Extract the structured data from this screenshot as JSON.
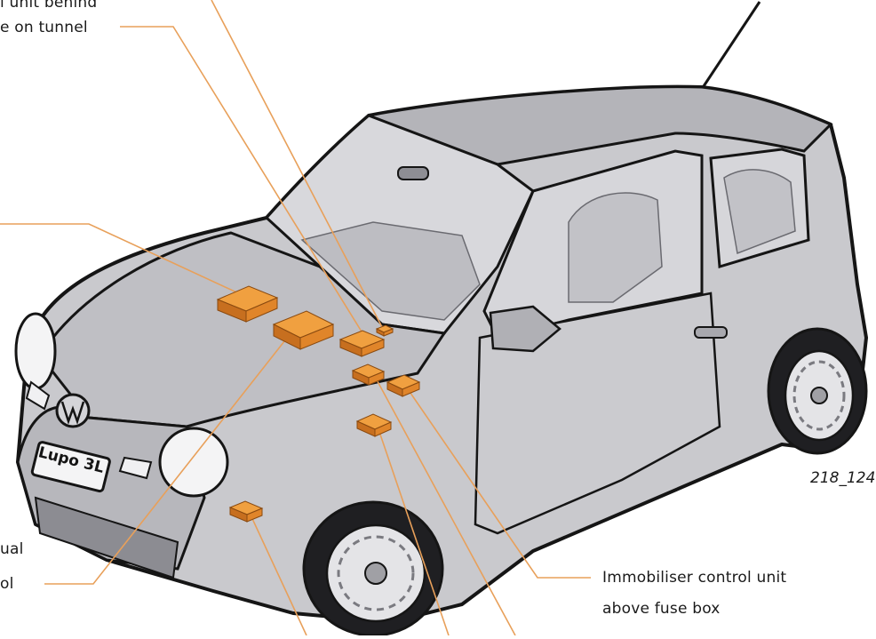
{
  "labels": {
    "cu_behind_line1": "l unit behind",
    "cu_behind_line2": "e on tunnel",
    "manual_line1": "ual",
    "manual_line2": "ol",
    "immobiliser_line1": "Immobiliser control unit",
    "immobiliser_line2": "above fuse box"
  },
  "badge": {
    "plate_text": "Lupo 3L"
  },
  "figure_number": "218_124",
  "colors": {
    "component": "#e8902c",
    "component_side": "#b8661a",
    "leader_line": "#e8a05a",
    "car_body": "#c8c8cc",
    "car_dark": "#8a8a90",
    "outline": "#151515"
  }
}
